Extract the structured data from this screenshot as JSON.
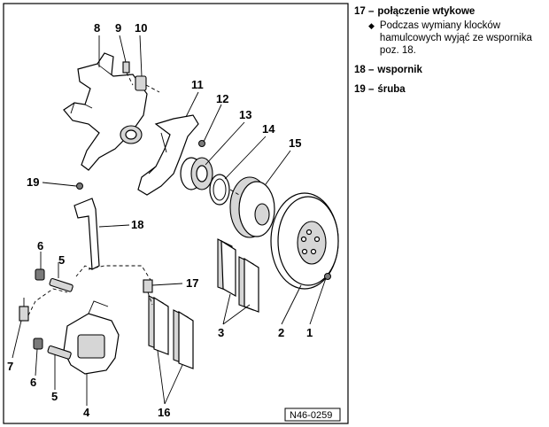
{
  "figure": {
    "reference_code": "N46-0259",
    "callouts": {
      "c1": "1",
      "c2": "2",
      "c3": "3",
      "c4": "4",
      "c5a": "5",
      "c5b": "5",
      "c6a": "6",
      "c6b": "6",
      "c7": "7",
      "c8": "8",
      "c9": "9",
      "c10": "10",
      "c11": "11",
      "c12": "12",
      "c13": "13",
      "c14": "14",
      "c15": "15",
      "c16": "16",
      "c17": "17",
      "c18": "18",
      "c19": "19"
    }
  },
  "legend": {
    "item17": {
      "number": "17 –",
      "label": "połączenie wtykowe",
      "note": "Podczas wymiany klocków hamulcowych wyjąć ze wspornika poz. 18."
    },
    "item18": {
      "number": "18 –",
      "label": "wspornik"
    },
    "item19": {
      "number": "19 –",
      "label": "śruba"
    }
  }
}
